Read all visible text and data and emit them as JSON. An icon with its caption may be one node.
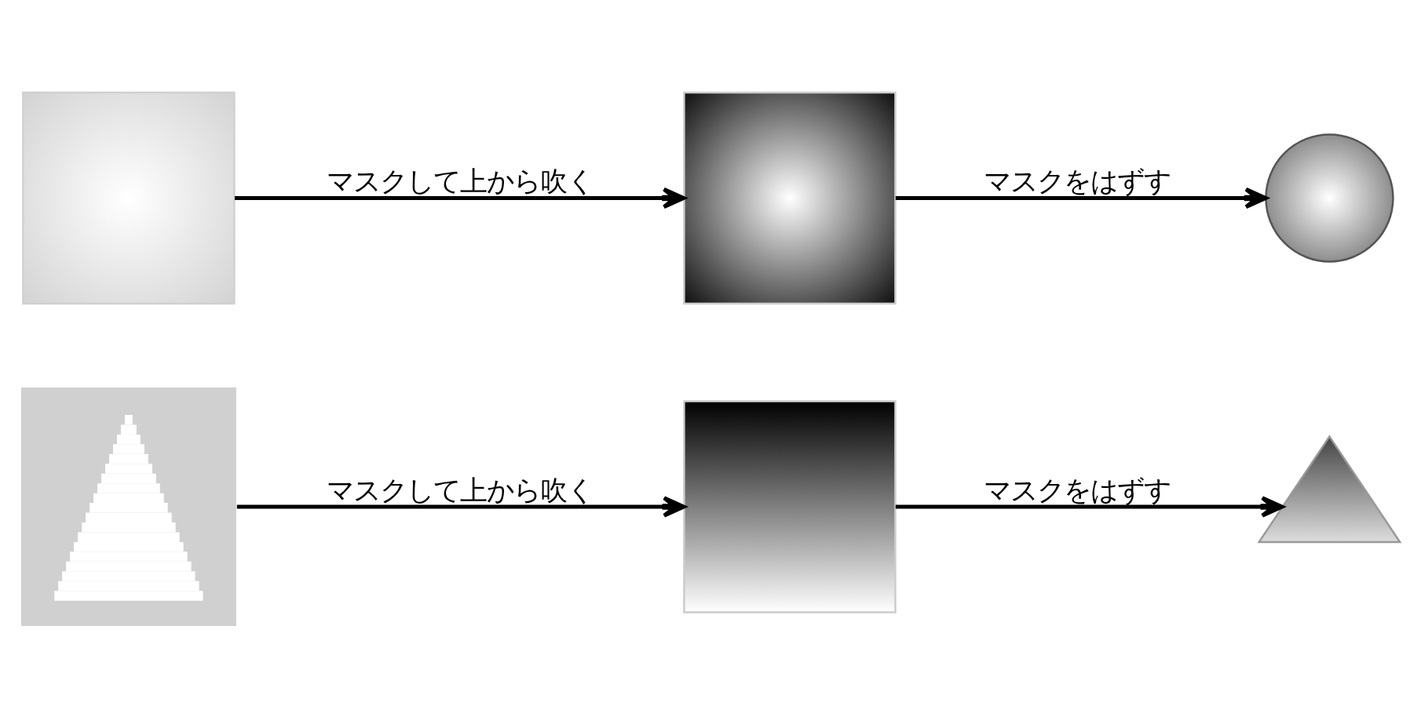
{
  "diagram": {
    "nodes": [
      {
        "text": [],
        "shape": "picture"
      },
      {
        "text": [],
        "shape": "picture"
      },
      {
        "text": [],
        "shape": "picture"
      },
      {
        "text": [],
        "shape": "picture"
      },
      {
        "text": [],
        "shape": "picture"
      },
      {
        "text": [],
        "shape": "picture"
      }
    ],
    "edges": [
      {
        "from": 0,
        "to": 1,
        "arrow": "to",
        "label": "マスクして上から吹く"
      },
      {
        "from": 1,
        "to": 2,
        "arrow": "to",
        "label": "マスクをはずす"
      },
      {
        "from": 3,
        "to": 4,
        "arrow": "to",
        "label": "マスクして上から吹く"
      },
      {
        "from": 4,
        "to": 5,
        "arrow": "to",
        "label": "マスクをはずす"
      }
    ]
  }
}
